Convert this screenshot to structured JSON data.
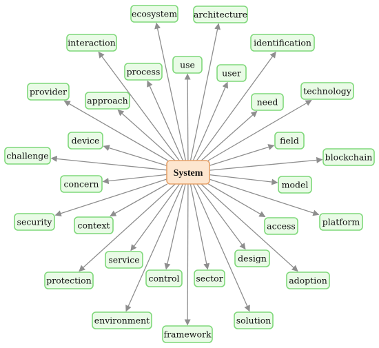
{
  "colors": {
    "leaf_fill": "#e9fbe6",
    "leaf_stroke": "#7fd87a",
    "center_fill": "#fde6cf",
    "center_stroke": "#e6a26a",
    "edge": "#8e8e8e",
    "text": "#111111"
  },
  "center": {
    "label": "System"
  },
  "nodes": [
    {
      "id": "ecosystem",
      "label": "ecosystem"
    },
    {
      "id": "architecture",
      "label": "architecture"
    },
    {
      "id": "interaction",
      "label": "interaction"
    },
    {
      "id": "identification",
      "label": "identification"
    },
    {
      "id": "use",
      "label": "use"
    },
    {
      "id": "process",
      "label": "process"
    },
    {
      "id": "user",
      "label": "user"
    },
    {
      "id": "provider",
      "label": "provider"
    },
    {
      "id": "technology",
      "label": "technology"
    },
    {
      "id": "approach",
      "label": "approach"
    },
    {
      "id": "need",
      "label": "need"
    },
    {
      "id": "device",
      "label": "device"
    },
    {
      "id": "field",
      "label": "field"
    },
    {
      "id": "challenge",
      "label": "challenge"
    },
    {
      "id": "blockchain",
      "label": "blockchain"
    },
    {
      "id": "concern",
      "label": "concern"
    },
    {
      "id": "model",
      "label": "model"
    },
    {
      "id": "security",
      "label": "security"
    },
    {
      "id": "context",
      "label": "context"
    },
    {
      "id": "access",
      "label": "access"
    },
    {
      "id": "platform",
      "label": "platform"
    },
    {
      "id": "service",
      "label": "service"
    },
    {
      "id": "design",
      "label": "design"
    },
    {
      "id": "protection",
      "label": "protection"
    },
    {
      "id": "control",
      "label": "control"
    },
    {
      "id": "sector",
      "label": "sector"
    },
    {
      "id": "adoption",
      "label": "adoption"
    },
    {
      "id": "environment",
      "label": "environment"
    },
    {
      "id": "solution",
      "label": "solution"
    },
    {
      "id": "framework",
      "label": "framework"
    }
  ]
}
